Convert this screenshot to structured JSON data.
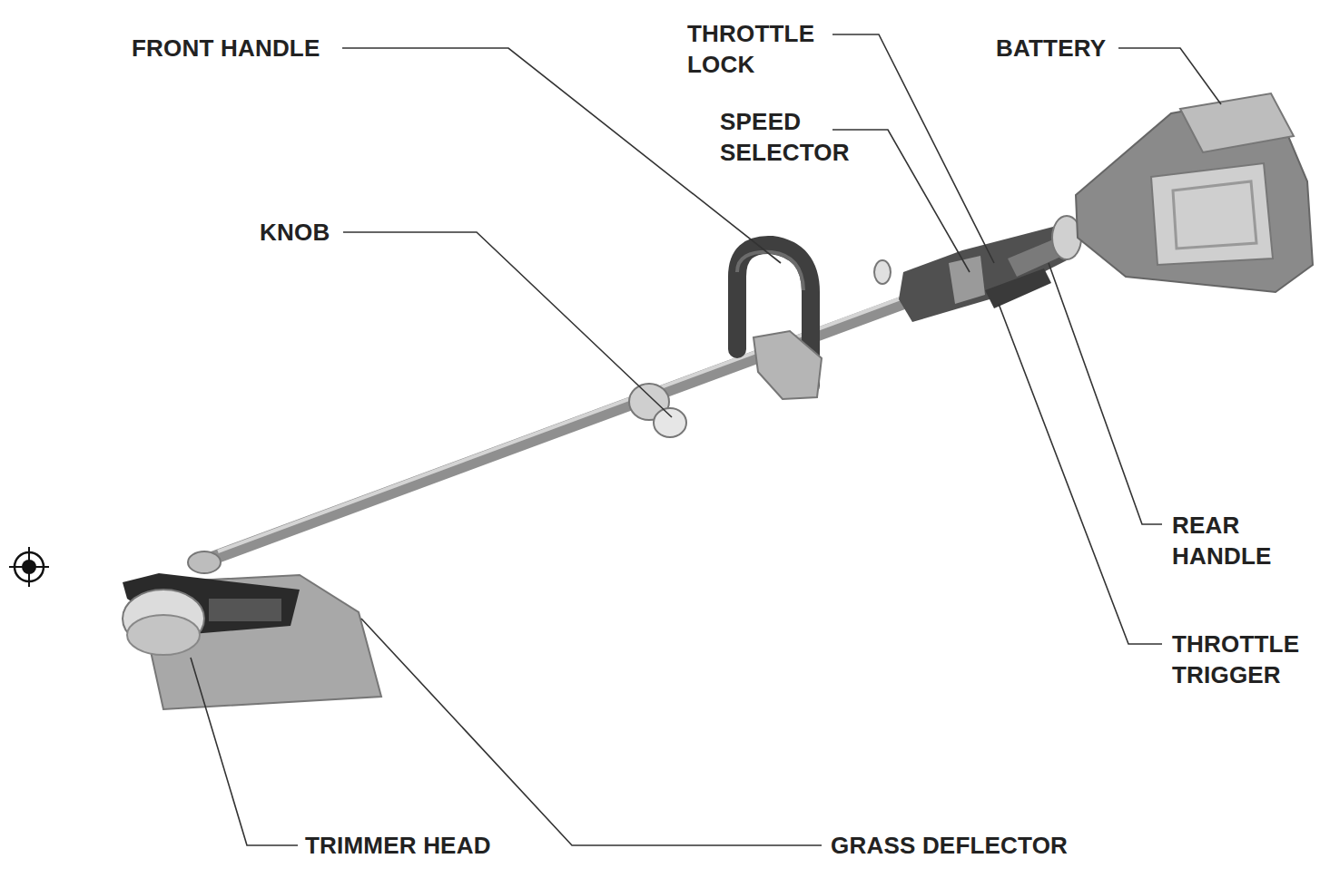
{
  "diagram": {
    "labels": [
      "FRONT HANDLE",
      "THROTTLE LOCK",
      "BATTERY",
      "SPEED SELECTOR",
      "KNOB",
      "REAR HANDLE",
      "THROTTLE TRIGGER",
      "TRIMMER HEAD",
      "GRASS DEFLECTOR"
    ]
  }
}
